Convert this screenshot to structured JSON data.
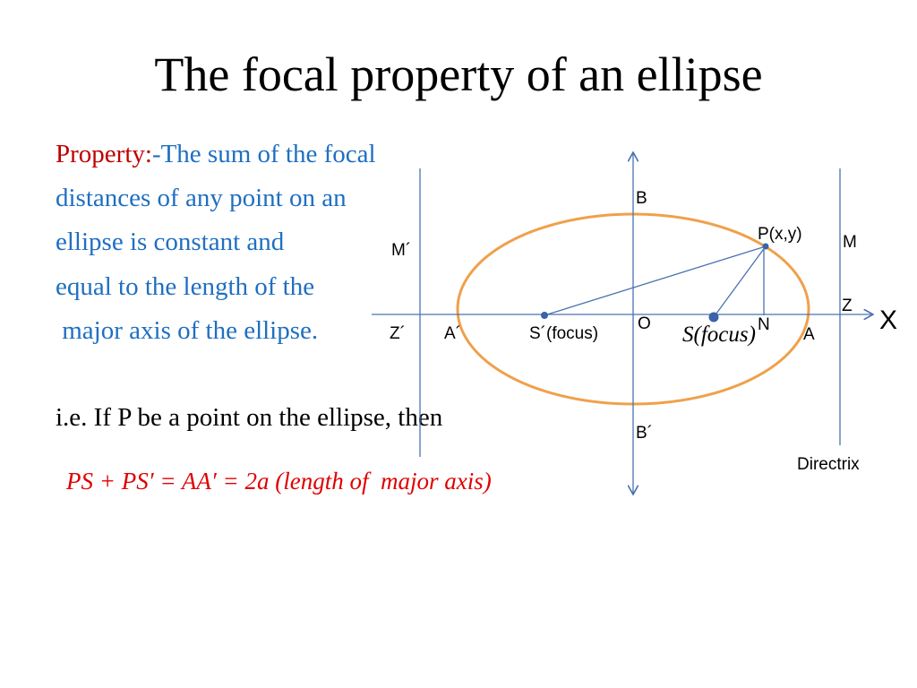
{
  "title": "The focal property of an ellipse",
  "property": {
    "label": "Property:",
    "line1": "-The sum of the focal",
    "line2": "distances of any point on an",
    "line3": "ellipse is constant and",
    "line4": "equal to the length of the",
    "line5": " major axis of the ellipse."
  },
  "ie_text": "i.e. If P be a point on  the ellipse, then",
  "formula": {
    "lhs": "PS + PS′ = AA′ = 2",
    "a": "a",
    "rest": " (length of  major axis)"
  },
  "diagram": {
    "labels": {
      "B": "B",
      "B_prime": "B´",
      "P": "P(x,y)",
      "M": "M",
      "M_prime": "M´",
      "Z": "Z",
      "Z_prime": "Z´",
      "X": "X",
      "O": "O",
      "N": "N",
      "A": "A",
      "A_prime": "A´",
      "S_prime": "S´(focus)",
      "S_focus": "S(focus)",
      "directrix": "Directrix"
    },
    "colors": {
      "axis": "#4a72b0",
      "ellipse": "#f0a04b",
      "point": "#3a63a8",
      "line": "#4a72b0"
    }
  }
}
